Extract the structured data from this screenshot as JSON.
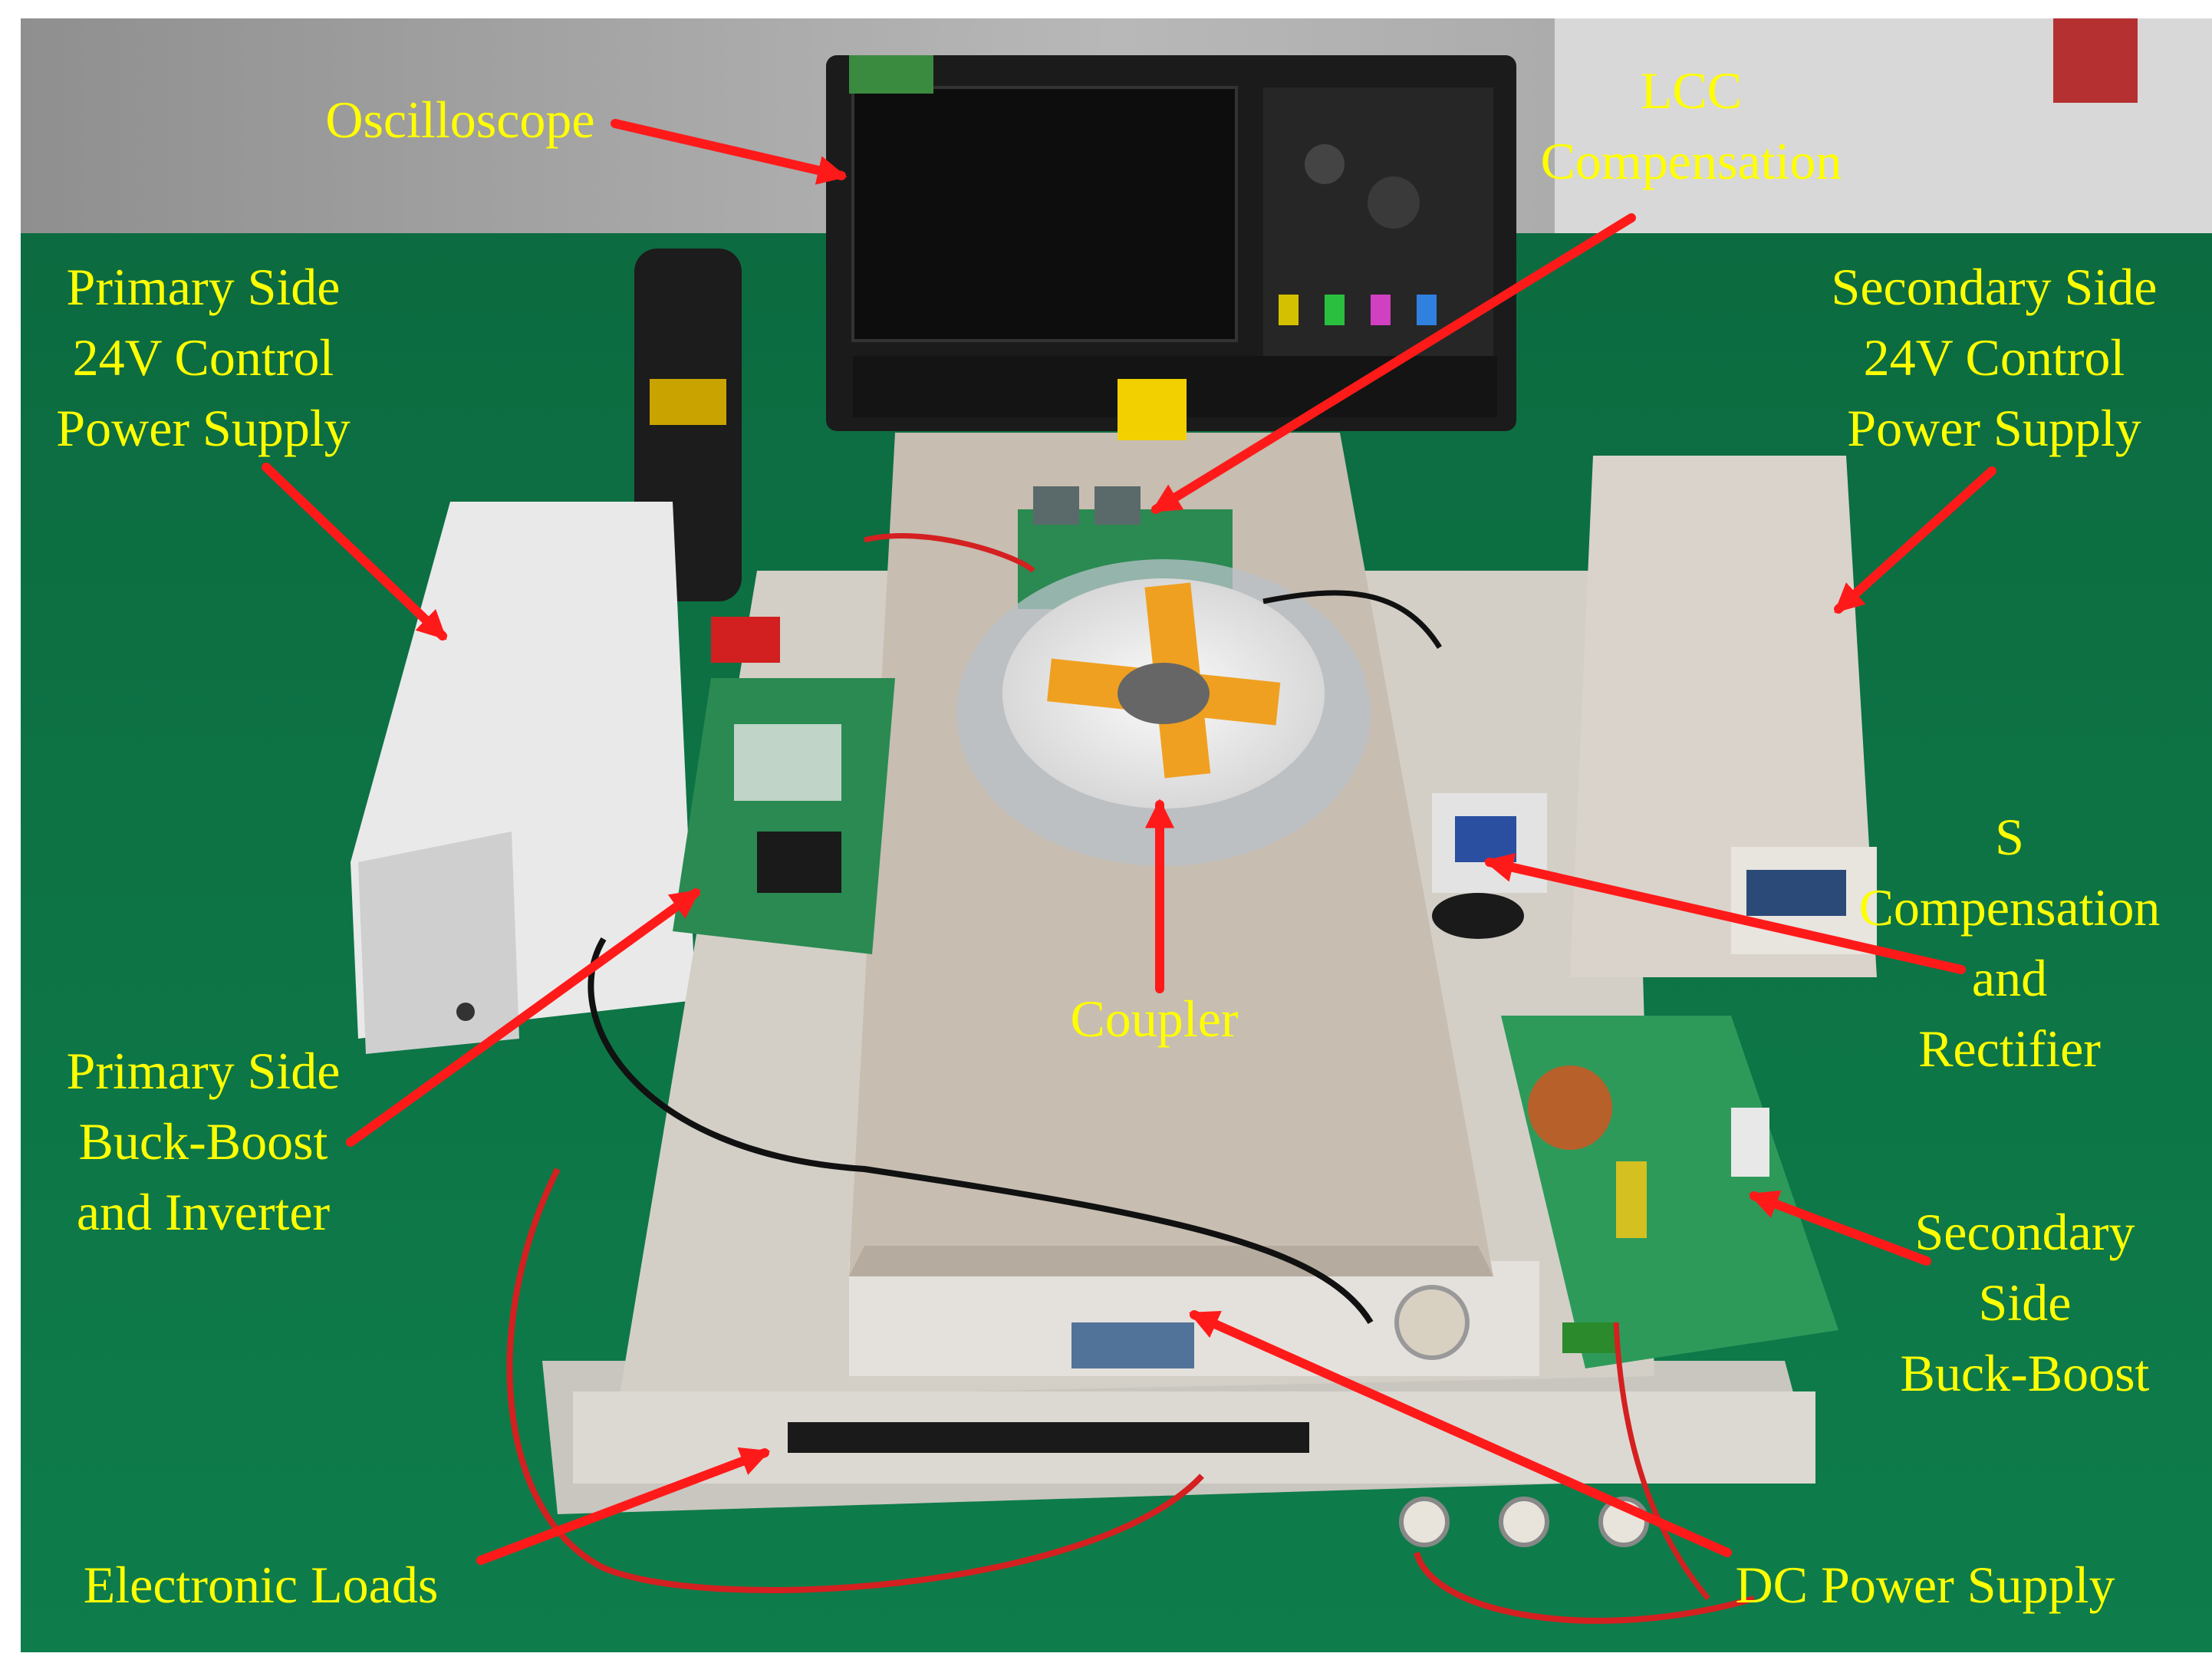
{
  "colors": {
    "label_text": "#ffff00",
    "arrow": "#ff1a1a",
    "green_mat": "#0f7a4a",
    "wall_top": "#a9a9a9",
    "instrument_beige": "#c9c1b6",
    "instrument_light": "#dedad4",
    "white_supply": "#ebebeb",
    "oscilloscope_body": "#202020",
    "pcb_green": "#2a8a52",
    "coil_white": "#e6e6e6",
    "kapton_orange": "#f0a020",
    "wire_red": "#d42020",
    "wire_black": "#111111"
  },
  "labels": {
    "oscilloscope": [
      "Oscilloscope"
    ],
    "lcc_compensation": [
      "LCC",
      "Compensation"
    ],
    "primary_control_supply": [
      "Primary Side",
      "24V Control",
      "Power Supply"
    ],
    "secondary_control_supply": [
      "Secondary Side",
      "24V Control",
      "Power Supply"
    ],
    "s_compensation_rectifier": [
      "S",
      "Compensation",
      "and",
      "Rectifier"
    ],
    "coupler": [
      "Coupler"
    ],
    "primary_buck_boost_inverter": [
      "Primary Side",
      "Buck-Boost",
      "and Inverter"
    ],
    "secondary_buck_boost": [
      "Secondary",
      "Side",
      "Buck-Boost"
    ],
    "electronic_loads": [
      "Electronic Loads"
    ],
    "dc_power_supply": [
      "DC Power Supply"
    ]
  }
}
